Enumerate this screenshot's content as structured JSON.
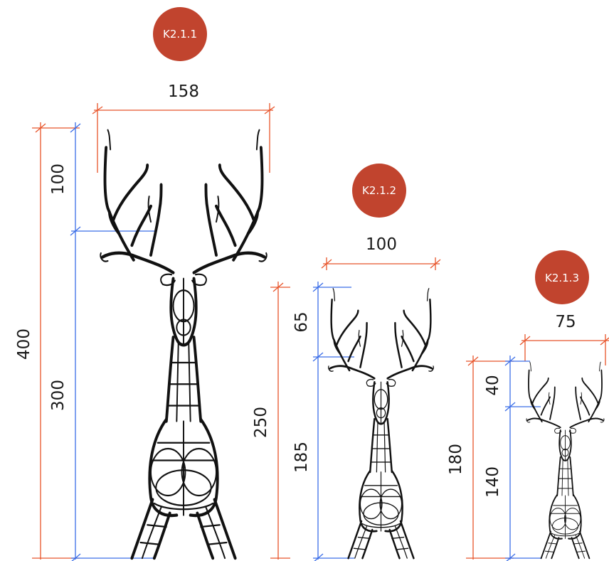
{
  "colors": {
    "badge": "#c1442e",
    "dim_red": "#e8542a",
    "dim_blue": "#3b6ee8",
    "wire": "#111111"
  },
  "models": [
    {
      "code": "K2.1.1",
      "width": "158",
      "total_height": "400",
      "antler_height": "100",
      "body_height": "300"
    },
    {
      "code": "K2.1.2",
      "width": "100",
      "total_height": "250",
      "antler_height": "65",
      "body_height": "185"
    },
    {
      "code": "K2.1.3",
      "width": "75",
      "total_height": "180",
      "antler_height": "40",
      "body_height": "140"
    }
  ]
}
